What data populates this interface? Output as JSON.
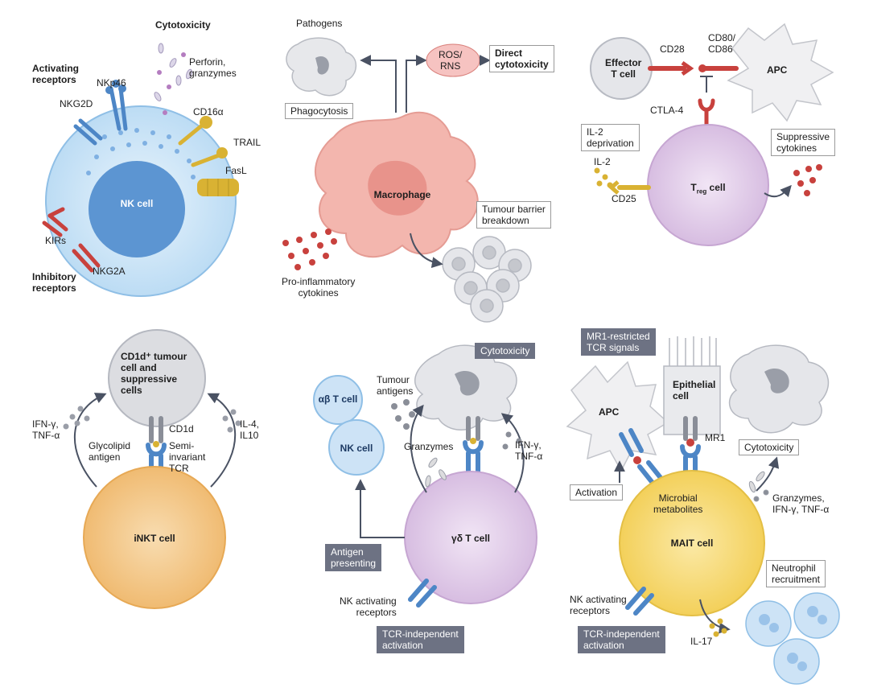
{
  "nk_panel": {
    "cytotoxicity": "Cytotoxicity",
    "activating_receptors": "Activating\nreceptors",
    "nkp46": "NKp46",
    "nkg2d": "NKG2D",
    "perforin": "Perforin,\ngranzymes",
    "cd16a": "CD16α",
    "trail": "TRAIL",
    "fasl": "FasL",
    "cell": "NK cell",
    "kirs": "KIRs",
    "nkg2a": "NKG2A",
    "inhibitory_receptors": "Inhibitory\nreceptors"
  },
  "macrophage_panel": {
    "pathogens": "Pathogens",
    "ros": "ROS/\nRNS",
    "direct_cytotoxicity": "Direct\ncytotoxicity",
    "phagocytosis": "Phagocytosis",
    "cell": "Macrophage",
    "tumour_barrier": "Tumour barrier\nbreakdown",
    "pro_inflammatory": "Pro-inflammatory\ncytokines"
  },
  "treg_panel": {
    "effector": "Effector\nT cell",
    "cd28": "CD28",
    "cd80": "CD80/\nCD86",
    "apc": "APC",
    "ctla4": "CTLA-4",
    "il2_deprivation": "IL-2\ndeprivation",
    "suppressive": "Suppressive\ncytokines",
    "il2": "IL-2",
    "cd25": "CD25",
    "cell_main": "T",
    "cell_sub": "reg",
    "cell_suffix": " cell"
  },
  "inkt_panel": {
    "tumour_cell": "CD1d⁺ tumour\ncell and\nsuppressive\ncells",
    "ifn_tnf": "IFN-γ,\nTNF-α",
    "il4": "IL-4,\nIL10",
    "cd1d": "CD1d",
    "glycolipid": "Glycolipid\nantigen",
    "semi_invariant": "Semi-\ninvariant\nTCR",
    "cell": "iNKT cell"
  },
  "gd_panel": {
    "ab_cell": "αβ T cell",
    "nk_cell": "NK cell",
    "tumour_antigens": "Tumour\nantigens",
    "cytotoxicity": "Cytotoxicity",
    "granzymes": "Granzymes",
    "ifn_tnf": "IFN-γ,\nTNF-α",
    "antigen_presenting": "Antigen\npresenting",
    "cell": "γδ T cell",
    "nk_activating": "NK activating\nreceptors",
    "tcr_independent": "TCR-independent\nactivation"
  },
  "mait_panel": {
    "mr1_signals": "MR1-restricted\nTCR signals",
    "apc": "APC",
    "epithelial": "Epithelial\ncell",
    "mr1": "MR1",
    "cytotoxicity": "Cytotoxicity",
    "activation": "Activation",
    "microbial": "Microbial\nmetabolites",
    "granzymes": "Granzymes,\nIFN-γ, TNF-α",
    "cell": "MAIT cell",
    "neutrophil": "Neutrophil\nrecruitment",
    "nk_activating": "NK activating\nreceptors",
    "tcr_independent": "TCR-independent\nactivation",
    "il17": "IL-17"
  },
  "colors": {
    "nk_cell": "#cfe6f8",
    "macrophage": "#f4b7b2",
    "treg": "#e3cdea",
    "inkt": "#f6c98a",
    "gd": "#e3cdea",
    "mait": "#f8de7a",
    "receptor_blue": "#4d86c6",
    "receptor_red": "#c8413d",
    "ligand_gold": "#d9b233",
    "tumour_grey": "#dedfe3",
    "dark_box": "#6d7283"
  }
}
